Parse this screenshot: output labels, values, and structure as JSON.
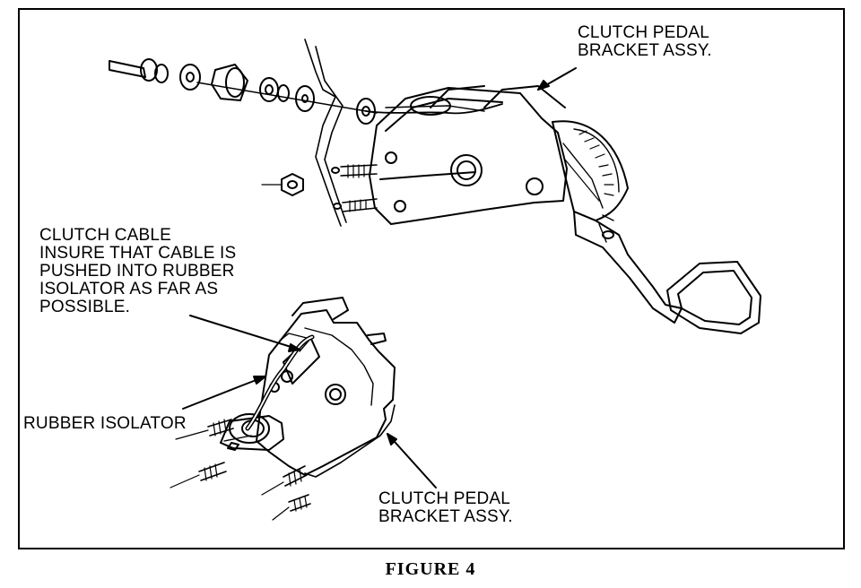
{
  "labels": {
    "top_bracket": [
      "CLUTCH PEDAL",
      "BRACKET ASSY."
    ],
    "clutch_cable": [
      "CLUTCH CABLE",
      "INSURE THAT CABLE IS",
      "PUSHED INTO RUBBER",
      "ISOLATOR AS FAR AS",
      "POSSIBLE."
    ],
    "rubber_isolator": "RUBBER ISOLATOR",
    "bottom_bracket": [
      "CLUTCH PEDAL",
      "BRACKET ASSY."
    ]
  },
  "caption": "FIGURE 4"
}
